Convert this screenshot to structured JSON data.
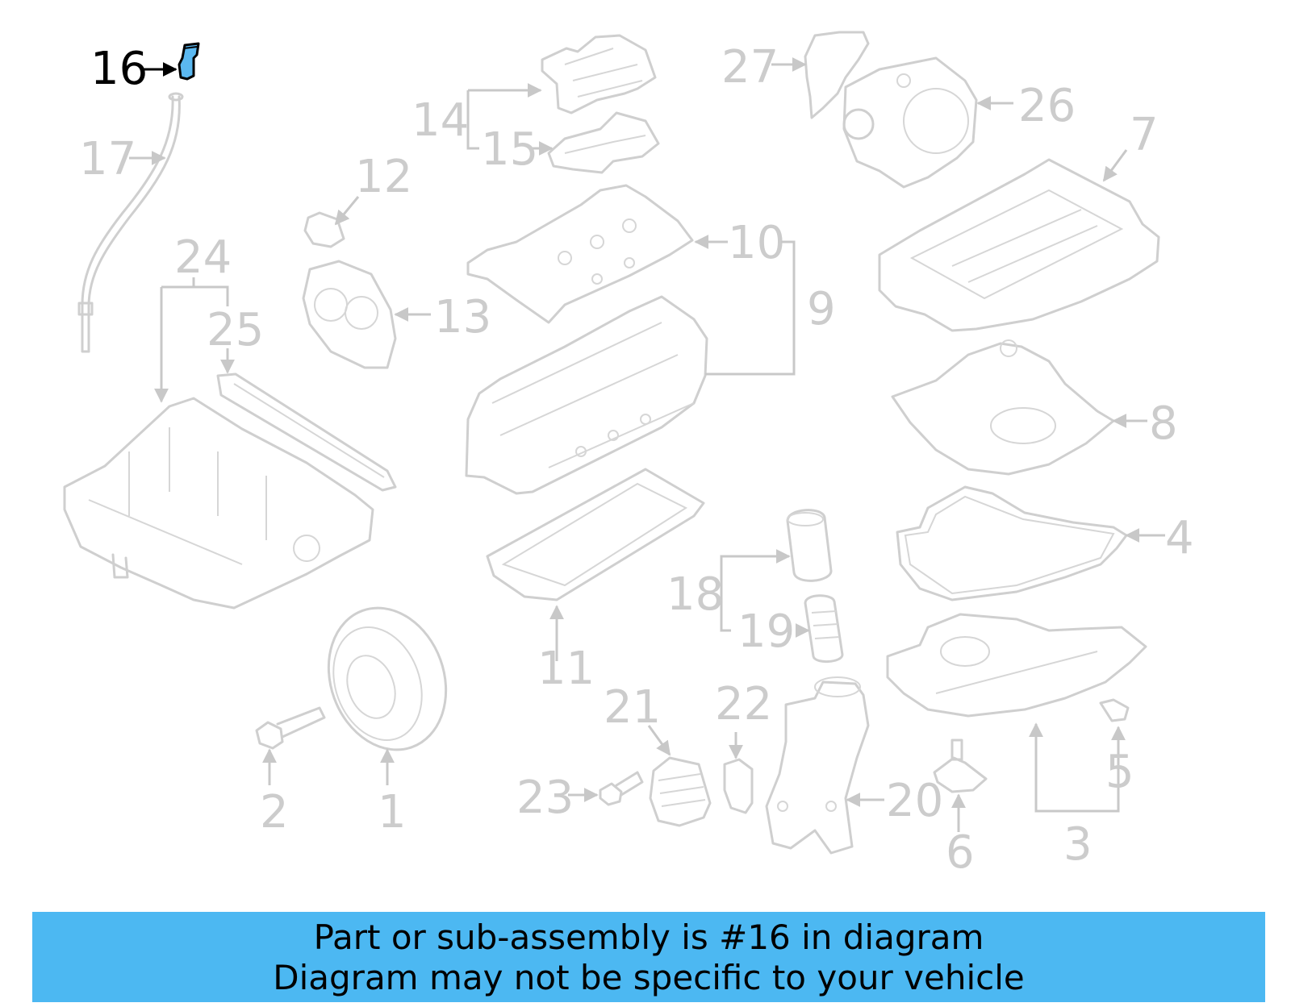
{
  "diagram": {
    "highlighted_part": "16",
    "highlight_color": "#5bb8f0",
    "callouts": [
      "1",
      "2",
      "3",
      "4",
      "5",
      "6",
      "7",
      "8",
      "9",
      "10",
      "11",
      "12",
      "13",
      "14",
      "15",
      "16",
      "17",
      "18",
      "19",
      "20",
      "21",
      "22",
      "23",
      "24",
      "25",
      "26",
      "27"
    ]
  },
  "banner": {
    "line1": "Part or sub-assembly is #16 in diagram",
    "line2": "Diagram may not be specific to your vehicle",
    "background": "#4cb8f2"
  }
}
